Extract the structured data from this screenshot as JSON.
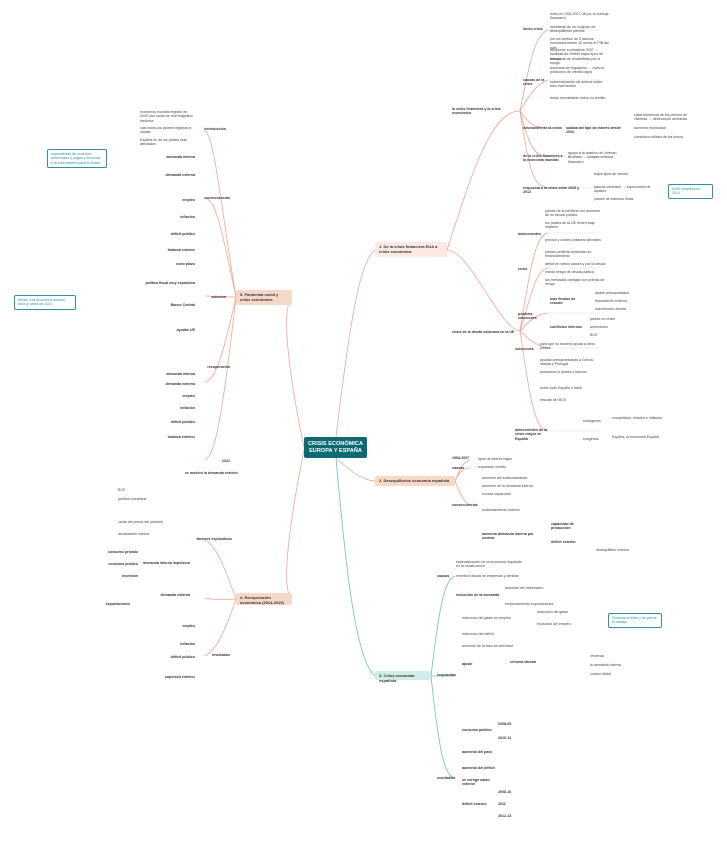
{
  "center": "CRISIS ECONÓMICA\nEUROPA Y ESPAÑA",
  "main": {
    "m1": "1. De la crisis financiera EUA a crisis económica",
    "m2": "2. Desequilibrios economía española",
    "m3": "3. Crisis economía española",
    "m4": "5. Pandemia covid y crisis económica",
    "m5": "4. Recuperación económica (2014-2019)"
  },
  "notes": {
    "n1": "la UE empieza en 2012",
    "n2": "perder a la economía durante años y caída de 2021",
    "n3": "especialidad de consumo deteriorado y pagos y servicios y la contratación pasa el Estad",
    "n4": "Financia el triste y se pierde el trabajo"
  },
  "nodes": {
    "r_origen": "la crisis financiera y la crisis económica",
    "r_inicio": "inicio crisis",
    "r_inicio_a": "inicio en USA 2007-08 por la burbuja financiera",
    "r_inicio_b": "resultante de un conjunto de desequilibrios previos",
    "r_inicio_c": "por los activos de 5 bancos mundiales tienen 10 veces el PIB del país",
    "r_causas": "causas de la crisis",
    "r_causas_a": "desplome a principios 2007 → facilidad de crédito bajos tipos de interés",
    "r_causas_b": "búsqueda de rentabilidad por el riesgo",
    "r_causas_c": "ausencia de regulación → nuevos productos de crédito bajos",
    "r_causas_d": "sobrevaloración de activos sobre bien inversiones",
    "r_causas_e": "todos necesitaban todos su crédito",
    "r_detonante": "detonantes de la crisis",
    "r_detonante_a": "subida del tipo de interés desde 2004",
    "r_detonante_b": "crisis tendencia de los precios de vivienda → destrucción demanda",
    "r_detonante_c": "aumento morosidad",
    "r_detonante_d": "cuestiona calidad de los bonos",
    "r_finaneco": "de la crisis financiera a la economía mundial",
    "r_finaneco_a": "apoyo a la quiebra de Lehman Brothers → colapso sistema financiero",
    "r_respuesta": "respuesta a la crisis entre 2009 y 2012",
    "r_respuesta_a": "bajos tipos de interés",
    "r_respuesta_b": "bancos centrales → inyecciones de liquidez",
    "r_respuesta_c": "planes de estímulo fiscal",
    "r_zona": "crisis de la deuda soberana en la UE",
    "r_ante": "antecedentes",
    "r_ante_a": "países de la periferia con aumento de su deuda pública",
    "r_ante_b": "los países de la UE tienen baja inflación",
    "r_ante_c": "precios y costes unitarios laborales",
    "r_ante_d": "países periferia aumentan su endeudamiento",
    "r_crisis": "crisis",
    "r_crisis_a": "déficit en varios países y por la deuda",
    "r_crisis_b": "miedo riesgo de deuda pública",
    "r_crisis_c": "los mercados castigan con primas de riesgo",
    "r_pol": "posibles soluciones",
    "r_pol_a": "más fondos de rescate",
    "r_pol_a1": "ajuste presupuestario",
    "r_pol_a2": "financiación externa",
    "r_pol_a3": "intervención directa",
    "r_pol_b": "conflictos internos",
    "r_pol_b1": "países en crisis",
    "r_pol_b2": "acreedores",
    "r_pol_b3": "BCE",
    "r_sol": "soluciones",
    "r_sol_a": "para que no hubiera ayuda a otros países",
    "r_sol_b": "ayudas presupuestarias a Grecia, Irlanda y Portugal",
    "r_sol_c": "préstamos a países y bancos",
    "r_sol_d": "sobre todo España e Italia",
    "r_sol_e": "rescate del BCE",
    "r_ant2": "antecedentes de la crisis mayor en España",
    "r_ant2_a": "endógenos",
    "r_ant2_b": "exógenos",
    "r_ant2_c": "competición, empleo e inflación",
    "r_ant2_d": "España, la economía España",
    "r_des_a": "1994-2007",
    "r_des_b": "causas",
    "r_des_b1": "tipos de interés bajos",
    "r_des_b2": "expansión crédito",
    "r_des_c": "consecuencias",
    "r_des_c1": "aumento del endeudamiento",
    "r_des_c2": "aumento de la demanda interna",
    "r_des_c3": "exceso capacidad",
    "r_des_c4": "endeudamiento externo",
    "r_des_c5": "aumento demanda interna por encima",
    "r_des_c6": "capacidad de producción",
    "r_des_c7": "déficit exterior",
    "r_des_c8": "desequilibrio exterior",
    "r_ce_causas": "causas",
    "r_ce_causas_a": "especialización de la economía española en la construcción",
    "r_ce_causas_b": "excesiva deuda de empresas y familias",
    "r_ce_causas_c": "reducción de la demanda",
    "r_ce_causas_d": "aumento del desempleo",
    "r_ce_causas_e": "empeoramiento exportaciones",
    "r_resp": "respuestas",
    "r_resp_a": "reducción del gasto en empleo",
    "r_resp_b": "reducción del gasto",
    "r_resp_c": "evolución del empleo",
    "r_resp_d": "reducción del déficit",
    "r_resp_e": "aumento de la tasa de actividad",
    "r_resp_f": "ajuste",
    "r_resp_g": "reforma laboral",
    "r_resp_h": "reformas",
    "r_resp_i": "la demanda interna",
    "r_resp_j": "control déficit",
    "r_resp_k": "consumo público",
    "r_resp_l": "2008-09",
    "r_resp_m": "2010-12",
    "r_resul": "resultados",
    "r_resul_a": "aumento del paro",
    "r_resul_b": "aumento del déficit",
    "r_resul_c": "se corrige saldo exterior",
    "r_resul_d": "déficit externo",
    "r_resul_e": "2008-10",
    "r_resul_f": "2011",
    "r_resul_g": "2012-13",
    "l_intro": "introducción",
    "l_intro_a": "economía mundial registró en 2020 una caída de una magnitud histórica",
    "l_intro_b": "casi todos los países registraron caídas",
    "l_intro_c": "España es de los países más afectados",
    "l_conse": "consecuencias",
    "l_conse_a": "demanda interna",
    "l_conse_b": "demanda externa",
    "l_conse_c": "empleo",
    "l_conse_d": "inflación",
    "l_conse_e": "déficit público",
    "l_conse_f": "balanza exterior",
    "l_sol": "solución",
    "l_sol_a": "corto plazo",
    "l_sol_b": "política fiscal muy expansiva",
    "l_sol_c": "Banco Central",
    "l_sol_d": "ayudas UE",
    "l_rec": "recuperación",
    "l_rec_a": "demanda interna",
    "l_rec_b": "demanda externa",
    "l_rec_c": "empleo",
    "l_rec_d": "inflación",
    "l_rec_e": "déficit público",
    "l_rec_f": "balanza exterior",
    "l_2022": "2022",
    "l_2022_a": "se moderó la demanda exterior",
    "l_4_fact": "factores explicativos",
    "l_4_fact_a": "BCE",
    "l_4_fact_b": "política monetaria",
    "l_4_fact_c": "caída del precio del petróleo",
    "l_4_fact_d": "devaluación interna",
    "l_4_dem": "demanda interna impulsora",
    "l_4_dem_a": "consumo privado",
    "l_4_dem_b": "consumo público",
    "l_4_dem_c": "inversión",
    "l_4_ext": "demanda externa",
    "l_4_ext_a": "exportaciones",
    "l_4_res": "resultados",
    "l_4_res_a": "empleo",
    "l_4_res_b": "inflación",
    "l_4_res_c": "déficit público",
    "l_4_res_d": "superávit exterior"
  }
}
